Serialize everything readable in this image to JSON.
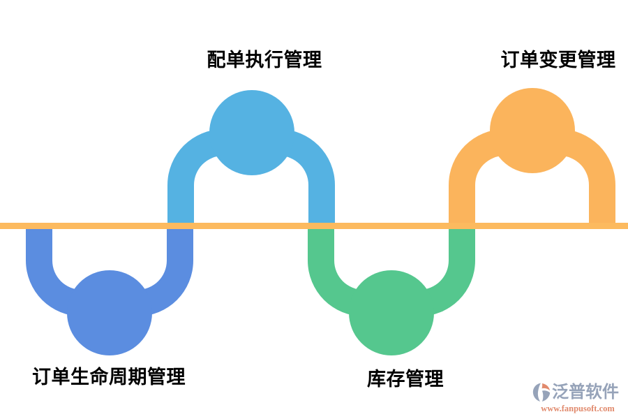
{
  "canvas": {
    "background": "#ffffff"
  },
  "divider": {
    "color": "#FCBA5F"
  },
  "nodes": [
    {
      "id": "order-lifecycle",
      "label": "订单生命周期管理",
      "color": "#5B8DE0",
      "position": "below-line"
    },
    {
      "id": "allocation-execution",
      "label": "配单执行管理",
      "color": "#55B2E2",
      "position": "above-line"
    },
    {
      "id": "inventory",
      "label": "库存管理",
      "color": "#55C78E",
      "position": "below-line"
    },
    {
      "id": "order-change",
      "label": "订单变更管理",
      "color": "#FBB45C",
      "position": "above-line"
    }
  ],
  "watermark": {
    "brand": "泛普软件",
    "url": "www.fanpusoft.com",
    "brand_color": "#96A3B9",
    "url_color": "#E18A6D"
  }
}
